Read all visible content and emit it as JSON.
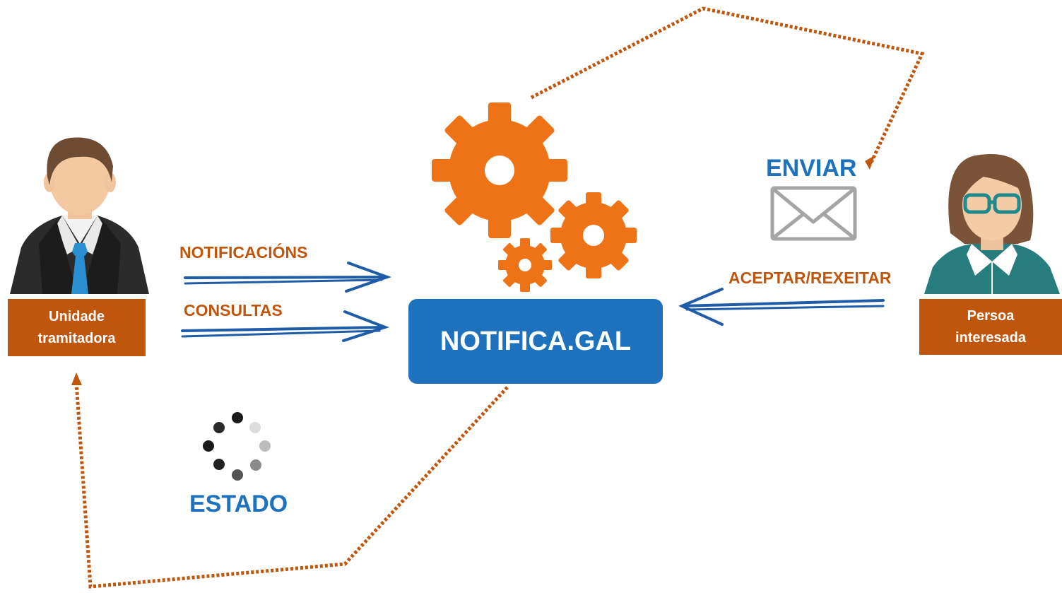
{
  "nodes": {
    "left_actor": {
      "label_line1": "Unidade",
      "label_line2": "tramitadora"
    },
    "right_actor": {
      "label_line1": "Persoa",
      "label_line2": "interesada"
    },
    "center": {
      "label": "NOTIFICA.GAL"
    }
  },
  "edges": {
    "notificacions": "NOTIFICACIÓNS",
    "consultas": "CONSULTAS",
    "aceptar": "ACEPTAR/REXEITAR",
    "enviar": "ENVIAR",
    "estado": "ESTADO"
  },
  "icons": {
    "gears": "gears-icon",
    "envelope": "envelope-icon",
    "spinner": "loading-spinner-icon",
    "man": "businessman-avatar-icon",
    "woman": "woman-avatar-icon"
  },
  "colors": {
    "orange": "#ee7316",
    "brown": "#c0560c",
    "blue": "#1e72bd",
    "arrow_blue": "#1f5ca8"
  }
}
